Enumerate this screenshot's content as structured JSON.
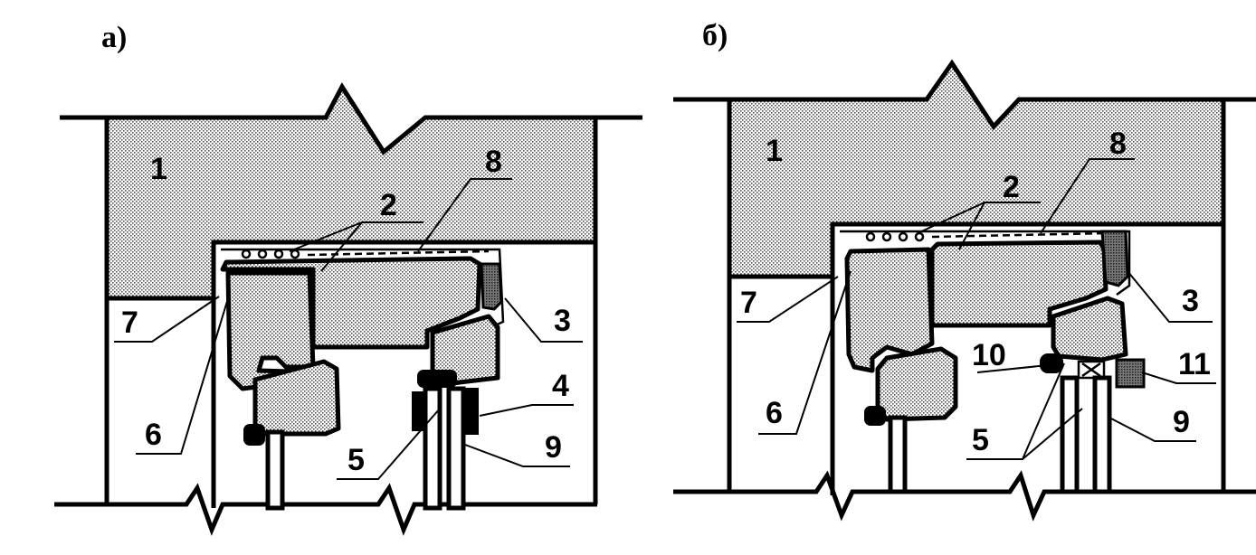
{
  "panels": [
    {
      "id": "a",
      "label": "а)",
      "callouts": [
        "1",
        "2",
        "3",
        "4",
        "5",
        "6",
        "7",
        "8",
        "9"
      ]
    },
    {
      "id": "b",
      "label": "б)",
      "callouts": [
        "1",
        "2",
        "3",
        "5",
        "6",
        "7",
        "8",
        "9",
        "10",
        "11"
      ]
    }
  ],
  "colors": {
    "line": "#000000",
    "background": "#ffffff",
    "fill_pattern": "dotted-grey"
  }
}
